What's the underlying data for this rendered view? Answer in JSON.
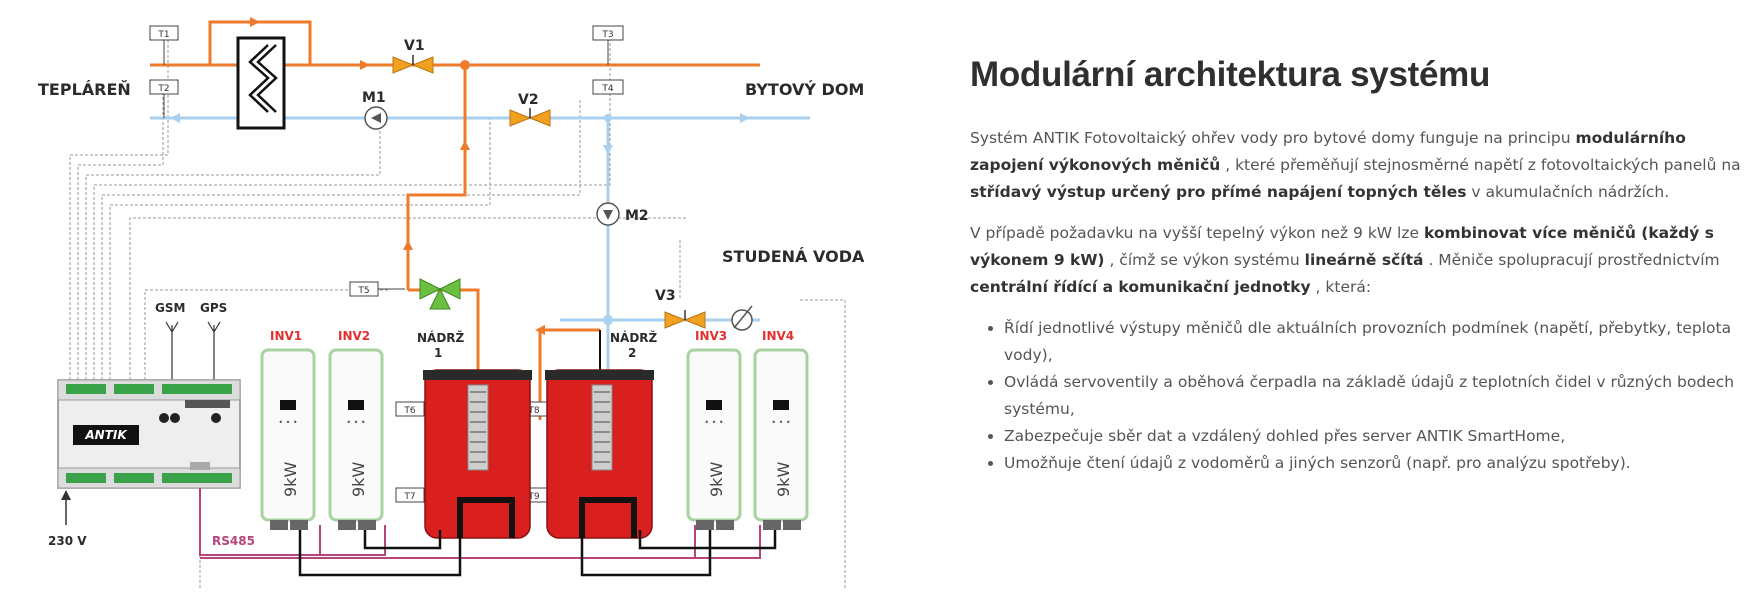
{
  "diagram": {
    "left_label": "TEPLÁREŇ",
    "right_label": "BYTOVÝ DOM",
    "cold_water_label": "STUDENÁ VODA",
    "sensors": [
      "T1",
      "T2",
      "T3",
      "T4",
      "T5",
      "T6",
      "T7",
      "T8",
      "T9"
    ],
    "valves": [
      "V1",
      "V2",
      "V3"
    ],
    "pumps": [
      "M1",
      "M2"
    ],
    "antennas": [
      "GSM",
      "GPS"
    ],
    "controller_brand": "ANTIK",
    "inverters": [
      {
        "label": "INV1",
        "power": "9kW"
      },
      {
        "label": "INV2",
        "power": "9kW"
      },
      {
        "label": "INV3",
        "power": "9kW"
      },
      {
        "label": "INV4",
        "power": "9kW"
      }
    ],
    "tanks": [
      {
        "label": "NÁDRŽ",
        "number": "1"
      },
      {
        "label": "NÁDRŽ",
        "number": "2"
      }
    ],
    "voltage_label": "230 V",
    "bus_label": "RS485",
    "colors": {
      "hot": "#ee7a2c",
      "cold": "#a9d1ef",
      "tank": "#d9201e",
      "bus": "#b5457a",
      "inverter_border": "#a8d3a0",
      "valve": "#f2a020",
      "valve_green": "#6cbf3f"
    }
  },
  "article": {
    "title": "Modulární architektura systému",
    "p1": {
      "t1": "Systém ANTIK Fotovoltaický ohřev vody pro bytové domy funguje na principu ",
      "b1": "modulárního zapojení výkonových měničů",
      "t2": " , které přeměňují stejnosměrné napětí z fotovoltaických panelů na ",
      "b2": "střídavý výstup určený pro přímé napájení topných těles",
      "t3": " v akumulačních nádržích."
    },
    "p2": {
      "t1": "V případě požadavku na vyšší tepelný výkon než 9 kW lze ",
      "b1": "kombinovat více měničů (každý s výkonem 9 kW)",
      "t2": " , čímž se výkon systému ",
      "b2": "lineárně sčítá",
      "t3": " . Měniče spolupracují prostřednictvím ",
      "b3": "centrální řídící a komunikační jednotky",
      "t4": " , která:"
    },
    "bullets": [
      "Řídí jednotlivé výstupy měničů dle aktuálních provozních podmínek (napětí, přebytky, teplota vody),",
      "Ovládá servoventily a oběhová čerpadla na základě údajů z teplotních čidel v různých bodech systému,",
      "Zabezpečuje sběr dat a vzdálený dohled přes server ANTIK SmartHome,",
      "Umožňuje čtení údajů z vodoměrů a jiných senzorů (např. pro analýzu spotřeby)."
    ]
  }
}
